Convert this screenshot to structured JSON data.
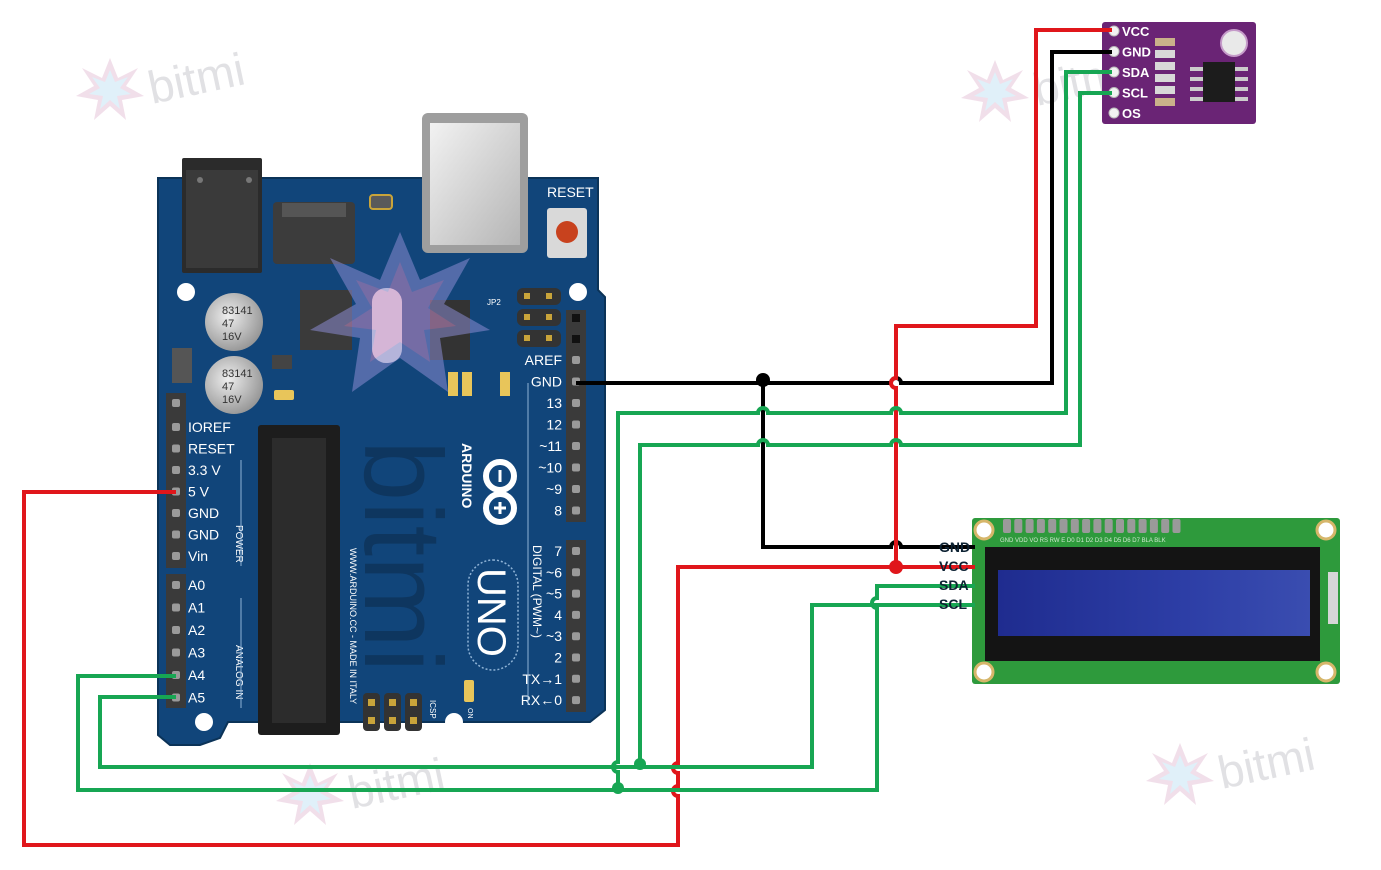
{
  "diagram": {
    "title": "Arduino UNO + I2C sensor + 16x2 I2C LCD wiring",
    "colors": {
      "wire_power": "#e0161b",
      "wire_ground": "#000000",
      "wire_signal": "#17a653",
      "board_pcb": "#11457a",
      "sensor_pcb": "#6a2475",
      "lcd_pcb": "#2e9a3c",
      "lcd_screen": "#2a3a9e"
    },
    "watermark": {
      "text": "bitmi"
    },
    "arduino": {
      "brand": "ARDUINO",
      "model": "UNO",
      "reset_label": "RESET",
      "url_text": "WWW.ARDUINO.CC - MADE IN ITALY",
      "icsp_label": "ICSP",
      "on_label": "ON",
      "jp2_label": "JP2",
      "capacitor_text": [
        "83141",
        "47",
        "16V"
      ],
      "power_header": {
        "group_label": "POWER",
        "pins": [
          "IOREF",
          "RESET",
          "3.3 V",
          "5 V",
          "GND",
          "GND",
          "Vin"
        ]
      },
      "analog_header": {
        "group_label": "ANALOG IN",
        "pins": [
          "A0",
          "A1",
          "A2",
          "A3",
          "A4",
          "A5"
        ]
      },
      "digital_header_top": {
        "pins": [
          "AREF",
          "GND",
          "13",
          "12",
          "~11",
          "~10",
          "~9",
          "8"
        ]
      },
      "digital_header_bottom": {
        "group_label": "DIGITAL (PWM~)",
        "pins": [
          "7",
          "~6",
          "~5",
          "4",
          "~3",
          "2",
          "TX→1",
          "RX←0"
        ]
      }
    },
    "sensor": {
      "pins": [
        "VCC",
        "GND",
        "SDA",
        "SCL",
        "OS"
      ]
    },
    "lcd": {
      "pins": [
        "GND",
        "VCC",
        "SDA",
        "SCL"
      ],
      "header_text": "GND VDD VO RS RW E D0 D1 D2 D3 D4 D5 D6 D7 BLA BLK"
    },
    "connections": [
      {
        "from": "Arduino 5 V",
        "to": [
          "Sensor VCC",
          "LCD VCC"
        ],
        "color": "power"
      },
      {
        "from": "Arduino GND",
        "to": [
          "Sensor GND",
          "LCD GND"
        ],
        "color": "ground"
      },
      {
        "from": "Arduino A4",
        "to": [
          "Sensor SDA",
          "LCD SDA"
        ],
        "color": "signal"
      },
      {
        "from": "Arduino A5",
        "to": [
          "Sensor SCL",
          "LCD SCL"
        ],
        "color": "signal"
      }
    ]
  }
}
